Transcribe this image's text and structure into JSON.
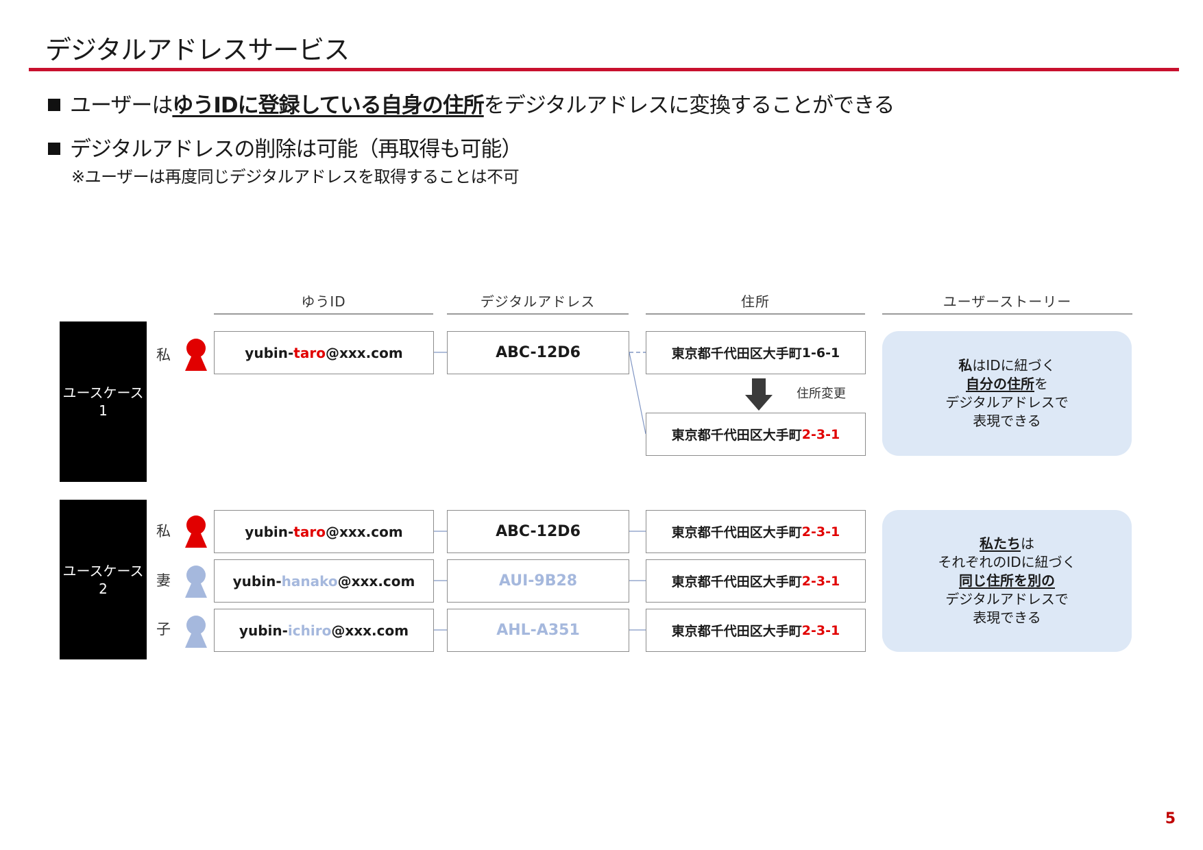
{
  "page": {
    "title": "デジタルアドレスサービス",
    "page_number": "5",
    "accent_color": "#c8102e"
  },
  "bullets": [
    {
      "pre": "ユーザーは",
      "strong": "ゆうIDに登録している自身の住所",
      "post": "をデジタルアドレスに変換することができる"
    },
    {
      "text": "デジタルアドレスの削除は可能（再取得も可能）",
      "note": "※ユーザーは再度同じデジタルアドレスを取得することは不可"
    }
  ],
  "columns": {
    "yuid": "ゆうID",
    "digital_address": "デジタルアドレス",
    "address": "住所",
    "story": "ユーザーストーリー"
  },
  "case1": {
    "label_line1": "ユースケース",
    "label_line2": "1",
    "who": "私",
    "id_prefix": "yubin-",
    "id_name": "taro",
    "id_suffix": "@xxx.com",
    "digital_address": "ABC-12D6",
    "address_old_base": "東京都千代田区大手町",
    "address_old_num": "1-6-1",
    "change_label": "住所変更",
    "address_new_base": "東京都千代田区大手町",
    "address_new_num": "2-3-1",
    "story": {
      "l1_b": "私",
      "l1_rest": "はIDに紐づく",
      "l2_u": "自分の住所",
      "l2_rest": "を",
      "l3": "デジタルアドレスで",
      "l4": "表現できる"
    }
  },
  "case2": {
    "label_line1": "ユースケース",
    "label_line2": "2",
    "rows": [
      {
        "who": "私",
        "id_prefix": "yubin-",
        "id_name": "taro",
        "id_suffix": "@xxx.com",
        "digital_address": "ABC-12D6",
        "address_base": "東京都千代田区大手町",
        "address_num": "2-3-1"
      },
      {
        "who": "妻",
        "id_prefix": "yubin-",
        "id_name": "hanako",
        "id_suffix": "@xxx.com",
        "digital_address": "AUI-9B28",
        "address_base": "東京都千代田区大手町",
        "address_num": "2-3-1"
      },
      {
        "who": "子",
        "id_prefix": "yubin-",
        "id_name": "ichiro",
        "id_suffix": "@xxx.com",
        "digital_address": "AHL-A351",
        "address_base": "東京都千代田区大手町",
        "address_num": "2-3-1"
      }
    ],
    "story": {
      "l1_u": "私たち",
      "l1_rest": "は",
      "l2": "それぞれのIDに紐づく",
      "l3_u": "同じ住所を別の",
      "l4": "デジタルアドレスで",
      "l5": "表現できる"
    }
  },
  "colors": {
    "self_icon": "#e10000",
    "family_icon": "#a5b8dd",
    "highlight_red": "#e10000",
    "story_bg": "#dde8f6"
  }
}
